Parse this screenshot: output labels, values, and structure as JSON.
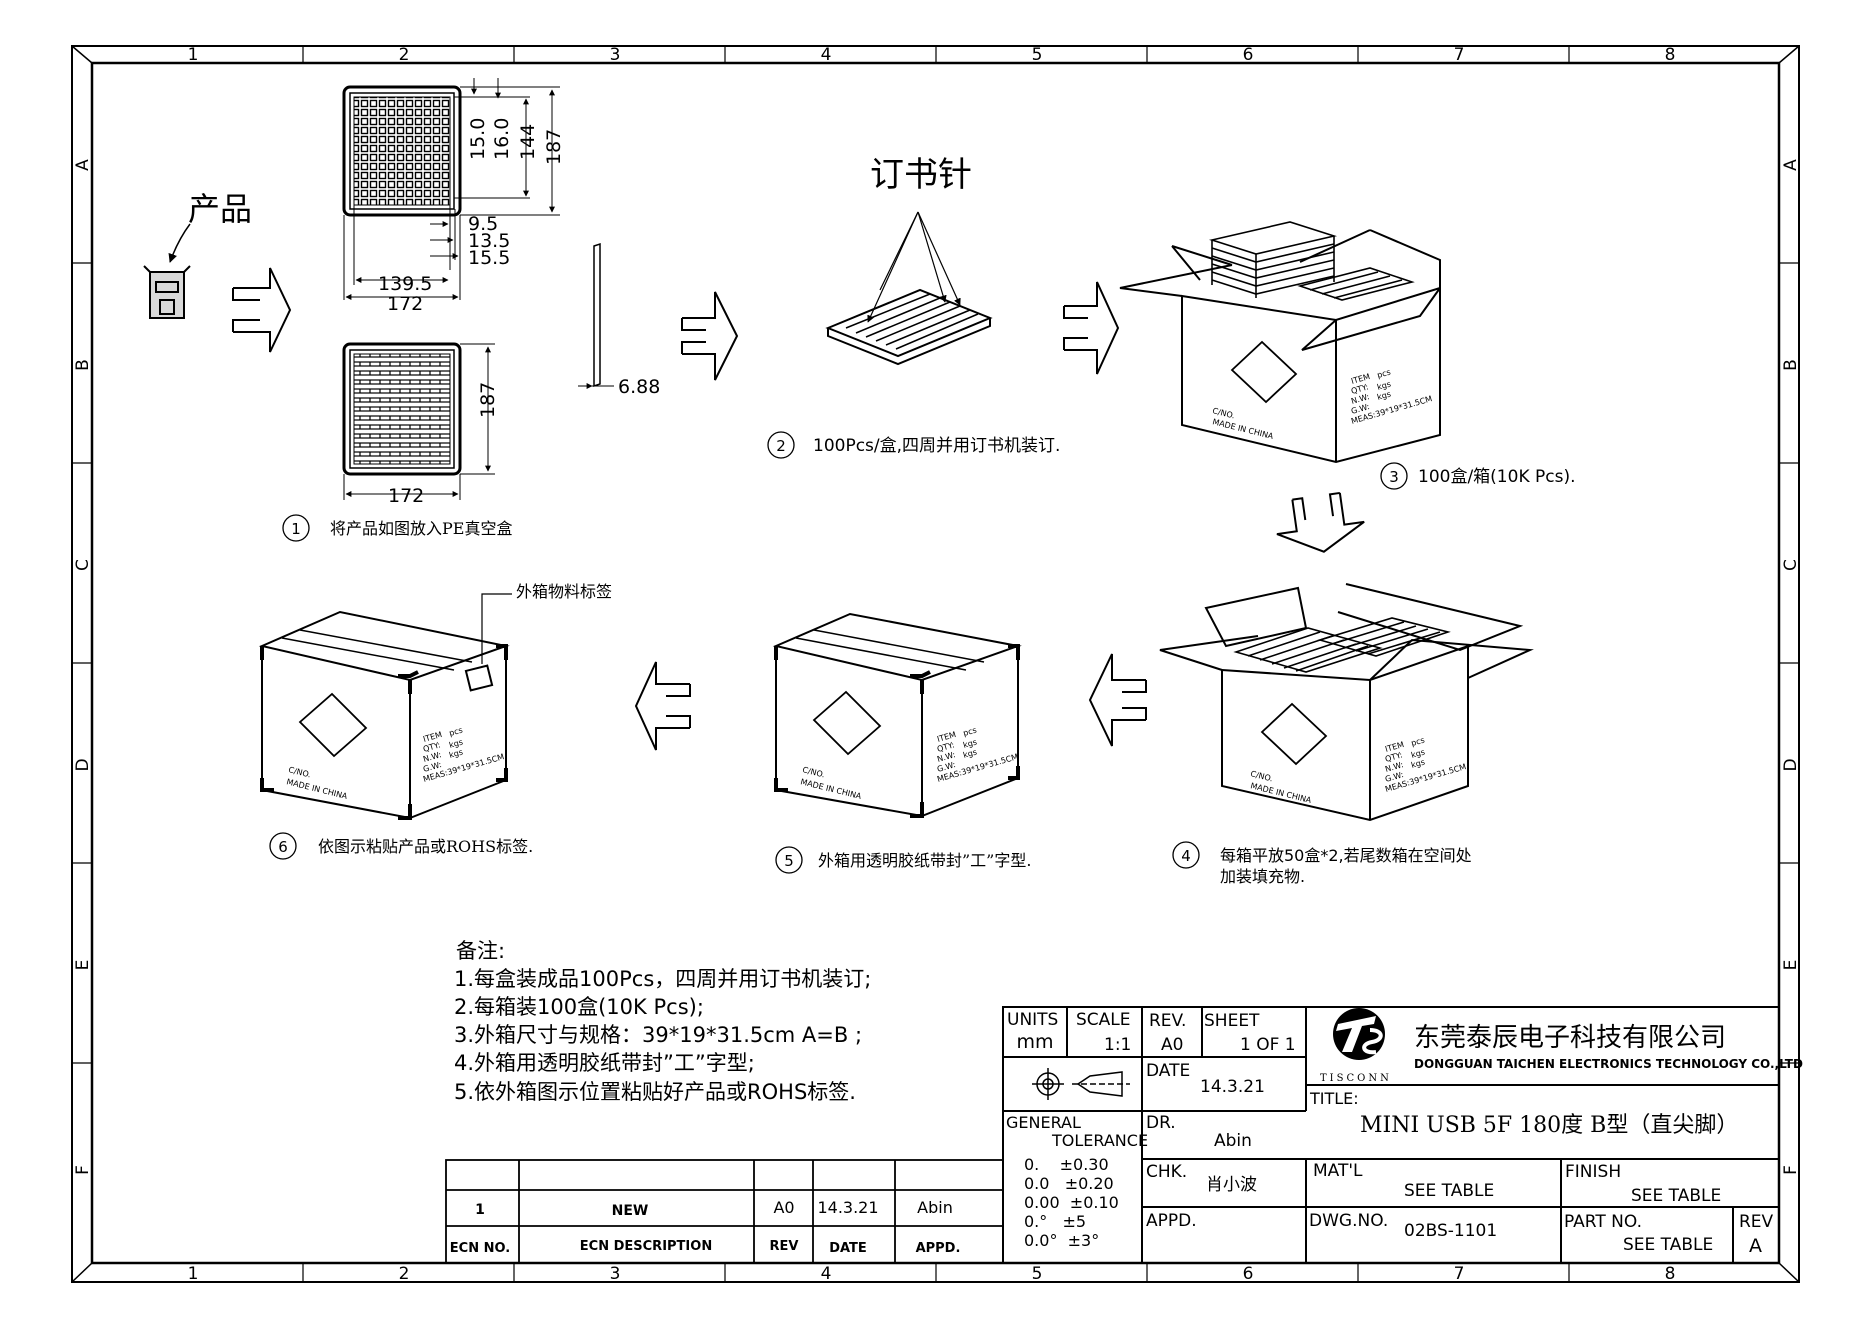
{
  "border": {
    "columns": [
      "1",
      "2",
      "3",
      "4",
      "5",
      "6",
      "7",
      "8"
    ],
    "rows": [
      "A",
      "B",
      "C",
      "D",
      "E",
      "F"
    ]
  },
  "product_label": "产品",
  "stapler_label": "订书针",
  "tray_dims": {
    "d15": "15.0",
    "d16": "16.0",
    "d144": "144",
    "d187": "187",
    "d9_5": "9.5",
    "d13_5": "13.5",
    "d15_5": "15.5",
    "d139_5": "139.5",
    "d172": "172",
    "b187": "187",
    "b172": "172",
    "thick": "6.88"
  },
  "box_marks": {
    "item": "ITEM",
    "qty": "QTY:",
    "nw": "N.W:",
    "gw": "G.W:",
    "meas": "MEAS:39*19*31.5CM",
    "pcs": "pcs",
    "kgs1": "kgs",
    "kgs2": "kgs",
    "cno": "C/NO.",
    "made": "MADE IN CHINA"
  },
  "steps": [
    {
      "num": "1",
      "text": "将产品如图放入PE真空盒"
    },
    {
      "num": "2",
      "text": "100Pcs/盒,四周并用订书机装订."
    },
    {
      "num": "3",
      "text": "100盒/箱(10K Pcs)."
    },
    {
      "num": "4",
      "text": "每箱平放50盒*2,若尾数箱在空间处",
      "text2": "加装填充物."
    },
    {
      "num": "5",
      "text": "外箱用透明胶纸带封”工”字型."
    },
    {
      "num": "6",
      "text": "依图示粘贴产品或ROHS标签."
    }
  ],
  "outer_label_note": "外箱物料标签",
  "notes": {
    "heading": "备注:",
    "items": [
      "1.每盒装成品100Pcs，四周并用订书机装订;",
      "2.每箱装100盒(10K Pcs);",
      "3.外箱尺寸与规格：39*19*31.5cm A=B ;",
      "4.外箱用透明胶纸带封”工”字型;",
      "5.依外箱图示位置粘贴好产品或ROHS标签."
    ]
  },
  "ecn": {
    "row": {
      "no": "1",
      "desc": "NEW",
      "rev": "A0",
      "date": "14.3.21",
      "appd": "Abin"
    },
    "headers": {
      "no": "ECN NO.",
      "desc": "ECN DESCRIPTION",
      "rev": "REV",
      "date": "DATE",
      "appd": "APPD."
    }
  },
  "title_block": {
    "units_label": "UNITS",
    "units": "mm",
    "scale_label": "SCALE",
    "scale": "1:1",
    "rev_label": "REV.",
    "rev": "A0",
    "sheet_label": "SHEET",
    "sheet": "1 OF 1",
    "date_label": "DATE",
    "date": "14.3.21",
    "dr_label": "DR.",
    "dr": "Abin",
    "chk_label": "CHK.",
    "chk": "肖小波",
    "appd_label": "APPD.",
    "general": "GENERAL",
    "tolerance": "TOLERANCE",
    "tolerances": [
      "0.    ±0.30",
      "0.0   ±0.20",
      "0.00  ±0.10",
      "0.°   ±5",
      "0.0°  ±3°"
    ],
    "logo_text": "TISCONN",
    "company_cn": "东莞泰辰电子科技有限公司",
    "company_en": "DONGGUAN TAICHEN ELECTRONICS TECHNOLOGY CO.,LTD",
    "title_label": "TITLE:",
    "title": "MINI USB 5F 180度 B型（直尖脚）",
    "matl_label": "MAT'L",
    "matl": "SEE TABLE",
    "finish_label": "FINISH",
    "finish": "SEE TABLE",
    "dwgno_label": "DWG.NO.",
    "dwgno": "02BS-1101",
    "partno_label": "PART NO.",
    "partno": "SEE TABLE",
    "rev2_label": "REV",
    "rev2": "A"
  }
}
